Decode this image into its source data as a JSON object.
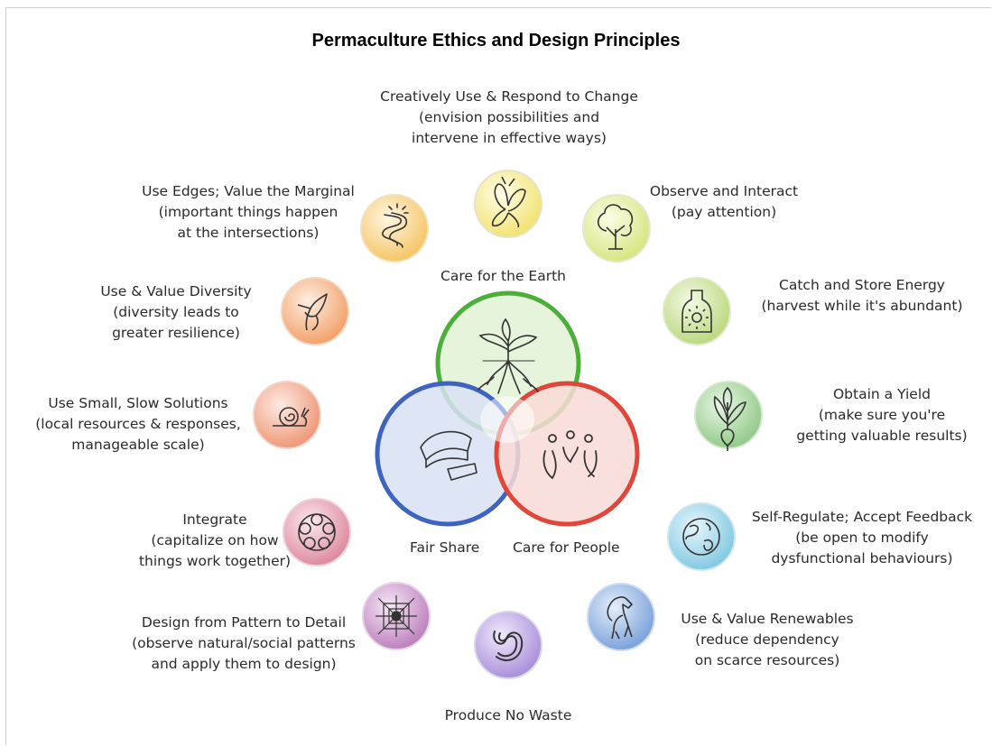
{
  "title": "Permaculture Ethics and Design Principles",
  "ethics": {
    "earth": "Care for the Earth",
    "people": "Care for People",
    "share": "Fair Share"
  },
  "principles": [
    {
      "id": "change",
      "icon": "butterfly-icon",
      "color": "#f3e77a",
      "lines": [
        "Creatively Use & Respond to Change",
        "(envision possibilities and",
        "intervene in effective ways)"
      ]
    },
    {
      "id": "observe",
      "icon": "tree-icon",
      "color": "#dfe98a",
      "lines": [
        "Observe and Interact",
        "(pay attention)"
      ]
    },
    {
      "id": "energy",
      "icon": "bottle-sun-icon",
      "color": "#c3dc86",
      "lines": [
        "Catch and Store Energy",
        "(harvest while it's abundant)"
      ]
    },
    {
      "id": "yield",
      "icon": "radish-icon",
      "color": "#9ccf8f",
      "lines": [
        "Obtain a Yield",
        "(make sure you're",
        "getting valuable results)"
      ]
    },
    {
      "id": "feedback",
      "icon": "globe-icon",
      "color": "#8fd0e6",
      "lines": [
        "Self-Regulate; Accept Feedback",
        "(be open to modify",
        "dysfunctional behaviours)"
      ]
    },
    {
      "id": "renewables",
      "icon": "horse-icon",
      "color": "#8aaee0",
      "lines": [
        "Use & Value Renewables",
        "(reduce dependency",
        "on scarce resources)"
      ]
    },
    {
      "id": "waste",
      "icon": "worm-icon",
      "color": "#b59ee0",
      "lines": [
        "Produce No Waste"
      ]
    },
    {
      "id": "pattern",
      "icon": "spiderweb-icon",
      "color": "#c58fc5",
      "lines": [
        "Design from Pattern to Detail",
        "(observe natural/social patterns",
        "and apply them to design)"
      ]
    },
    {
      "id": "integrate",
      "icon": "circle-ring-icon",
      "color": "#e39aae",
      "lines": [
        "Integrate",
        "(capitalize on how",
        "things work together)"
      ]
    },
    {
      "id": "small",
      "icon": "snail-icon",
      "color": "#f2a58a",
      "lines": [
        "Use Small, Slow Solutions",
        "(local resources & responses,",
        "manageable scale)"
      ]
    },
    {
      "id": "diversity",
      "icon": "hummingbird-icon",
      "color": "#f5ae79",
      "lines": [
        "Use & Value Diversity",
        "(diversity leads to",
        "greater resilience)"
      ]
    },
    {
      "id": "edges",
      "icon": "river-icon",
      "color": "#f7cf7a",
      "lines": [
        "Use Edges; Value the Marginal",
        "(important things happen",
        "at the intersections)"
      ]
    }
  ]
}
